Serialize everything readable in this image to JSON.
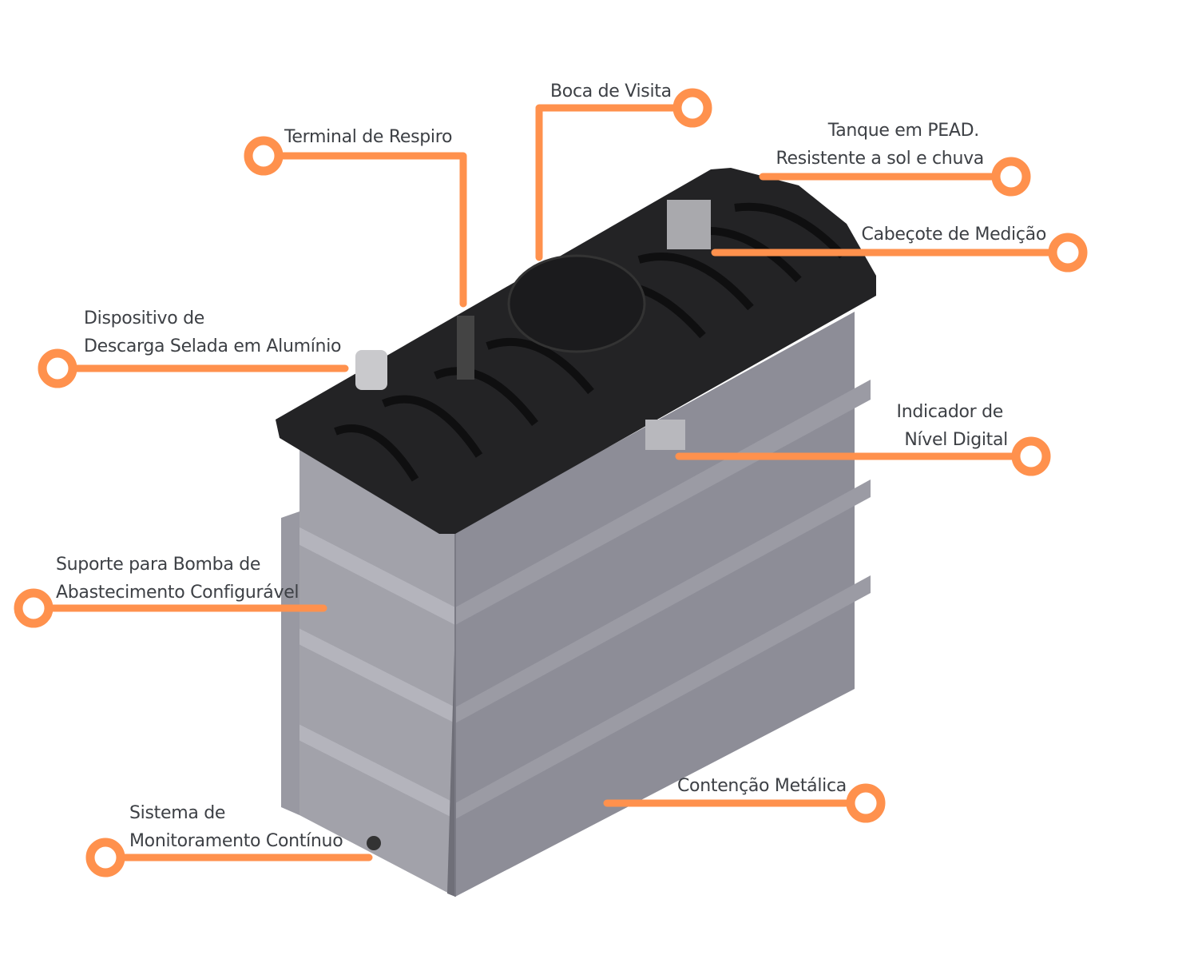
{
  "colors": {
    "accent": "#FF914D",
    "text": "#3d4045",
    "lid": "#232325",
    "metal_left": "#a2a2aa",
    "metal_right": "#8d8d97"
  },
  "callouts": [
    {
      "id": "terminal-respiro",
      "lines": [
        "Terminal de Respiro"
      ]
    },
    {
      "id": "boca-visita",
      "lines": [
        "Boca de Visita"
      ]
    },
    {
      "id": "tanque-pead",
      "lines": [
        "Tanque em PEAD.",
        "Resistente a sol e chuva"
      ]
    },
    {
      "id": "cabecote-medicao",
      "lines": [
        "Cabeçote de Medição"
      ]
    },
    {
      "id": "dispositivo-descarga",
      "lines": [
        "Dispositivo de",
        "Descarga Selada em Alumínio"
      ]
    },
    {
      "id": "indicador-nivel",
      "lines": [
        "Indicador de",
        "Nível Digital"
      ]
    },
    {
      "id": "suporte-bomba",
      "lines": [
        "Suporte para Bomba de",
        "Abastecimento Configurável"
      ]
    },
    {
      "id": "contencao-metalica",
      "lines": [
        "Contenção Metálica"
      ]
    },
    {
      "id": "sistema-monitoramento",
      "lines": [
        "Sistema de",
        "Monitoramento Contínuo"
      ]
    }
  ]
}
